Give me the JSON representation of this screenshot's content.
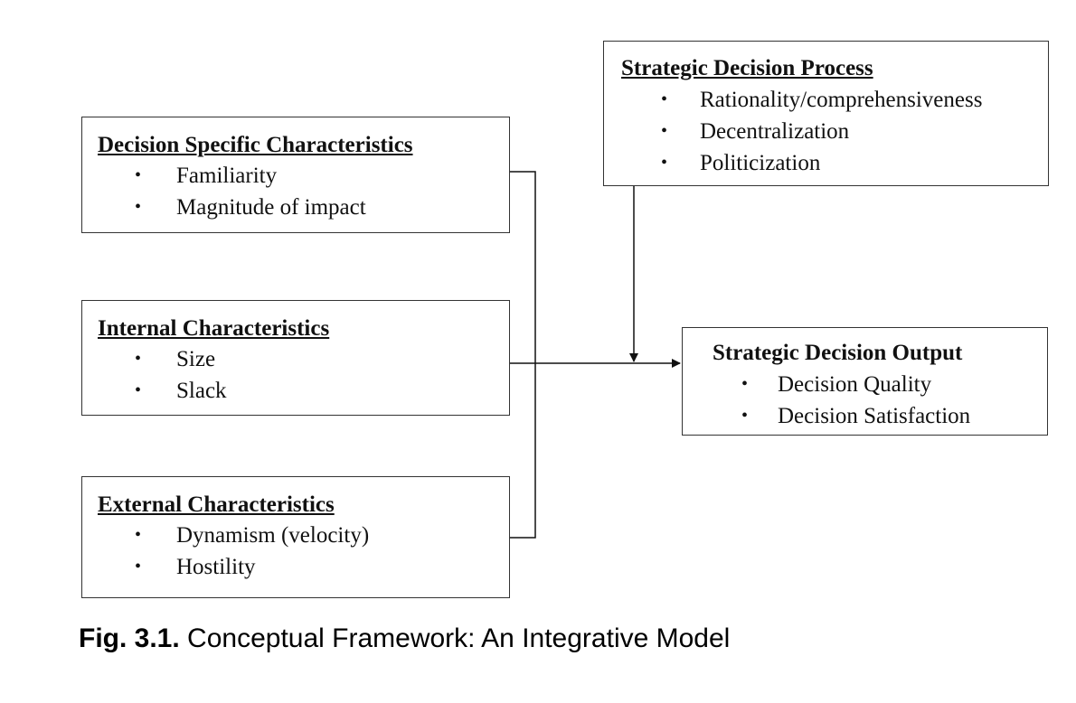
{
  "boxes": {
    "decision_specific": {
      "title": "Decision Specific Characteristics",
      "items": [
        "Familiarity",
        "Magnitude of impact"
      ]
    },
    "internal": {
      "title": "Internal Characteristics",
      "items": [
        "Size",
        "Slack"
      ]
    },
    "external": {
      "title": "External Characteristics",
      "items": [
        "Dynamism (velocity)",
        "Hostility"
      ]
    },
    "process": {
      "title": "Strategic Decision Process",
      "items": [
        "Rationality/comprehensiveness",
        "Decentralization",
        "Politicization"
      ]
    },
    "output": {
      "title": "Strategic Decision Output",
      "items": [
        "Decision Quality",
        "Decision Satisfaction"
      ]
    }
  },
  "bullet_glyph": "•",
  "caption": {
    "label": "Fig. 3.1.",
    "text": " Conceptual Framework: An Integrative Model"
  }
}
